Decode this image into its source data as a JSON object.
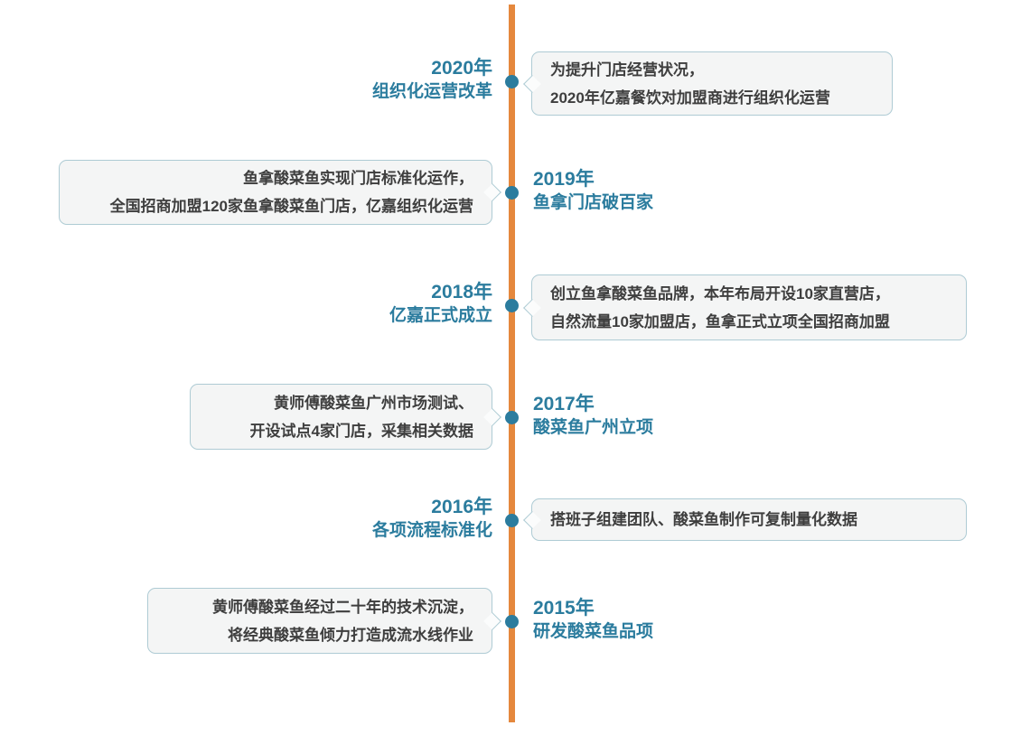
{
  "theme": {
    "accent_orange": "#E5883D",
    "accent_teal": "#2B7C9E",
    "bubble_bg": "#F4F5F5",
    "bubble_border": "#AECBD4",
    "body_text": "#3E3E3E"
  },
  "timeline": {
    "entries": [
      {
        "year": "2020年",
        "title": "组织化运营改革",
        "label_side": "left",
        "lines": [
          "为提升门店经营状况，",
          "2020年亿嘉餐饮对加盟商进行组织化运营"
        ]
      },
      {
        "year": "2019年",
        "title": "鱼拿门店破百家",
        "label_side": "right",
        "lines": [
          "鱼拿酸菜鱼实现门店标准化运作，",
          "全国招商加盟120家鱼拿酸菜鱼门店，亿嘉组织化运营"
        ]
      },
      {
        "year": "2018年",
        "title": "亿嘉正式成立",
        "label_side": "left",
        "lines": [
          "创立鱼拿酸菜鱼品牌，本年布局开设10家直营店，",
          "自然流量10家加盟店，鱼拿正式立项全国招商加盟"
        ]
      },
      {
        "year": "2017年",
        "title": "酸菜鱼广州立项",
        "label_side": "right",
        "lines": [
          "黄师傅酸菜鱼广州市场测试、",
          "开设试点4家门店，采集相关数据"
        ]
      },
      {
        "year": "2016年",
        "title": "各项流程标准化",
        "label_side": "left",
        "lines": [
          "搭班子组建团队、酸菜鱼制作可复制量化数据"
        ]
      },
      {
        "year": "2015年",
        "title": "研发酸菜鱼品项",
        "label_side": "right",
        "lines": [
          "黄师傅酸菜鱼经过二十年的技术沉淀，",
          "将经典酸菜鱼倾力打造成流水线作业"
        ]
      }
    ]
  }
}
